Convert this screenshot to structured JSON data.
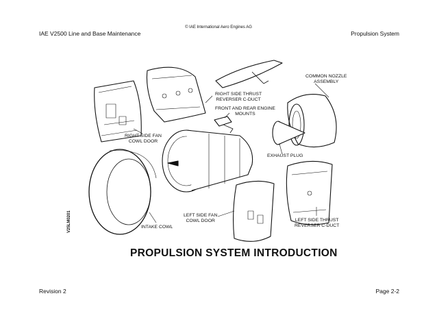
{
  "header": {
    "copyright": "© IAE International Aero Engines AG",
    "left": "IAE V2500 Line and Base Maintenance",
    "right": "Propulsion System"
  },
  "figure": {
    "id": "V25LM0201",
    "title": "PROPULSION SYSTEM INTRODUCTION",
    "labels": {
      "common_nozzle": "COMMON NOZZLE\nASSEMBLY",
      "right_thrust_reverser": "RIGHT SIDE THRUST\nREVERSER C-DUCT",
      "engine_mounts": "FRONT AND REAR ENGINE\nMOUNTS",
      "right_fan_cowl": "RIGHT SIDE FAN\nCOWL DOOR",
      "exhaust_plug": "EXHAUST PLUG",
      "intake_cowl": "INTAKE COWL",
      "left_fan_cowl": "LEFT SIDE FAN\nCOWL DOOR",
      "left_thrust_reverser": "LEFT SIDE THRUST\nREVERSER C-DUCT"
    }
  },
  "footer": {
    "left": "Revision 2",
    "right": "Page 2-2"
  }
}
